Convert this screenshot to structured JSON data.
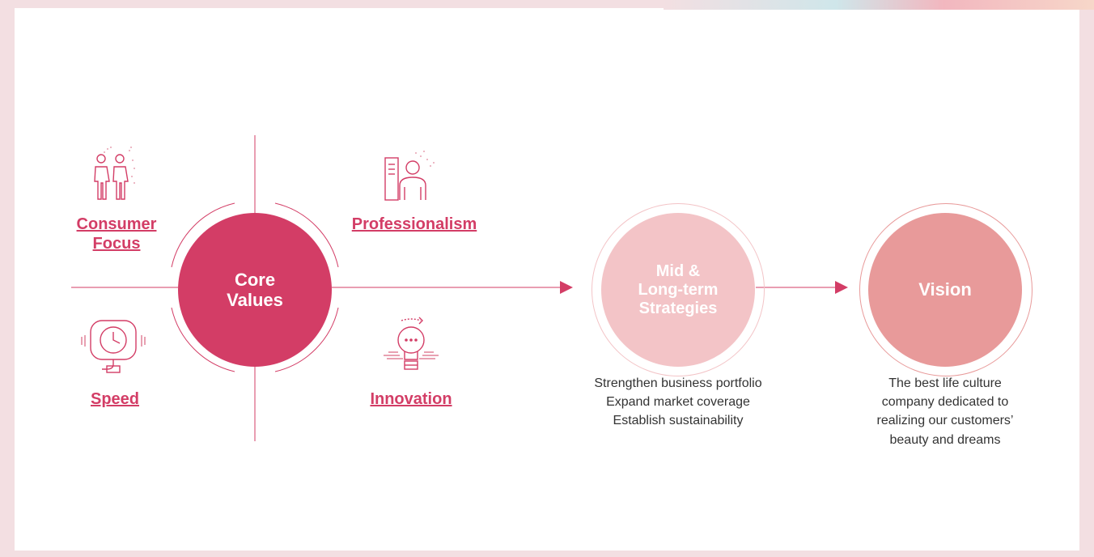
{
  "core": {
    "label_line1": "Core",
    "label_line2": "Values"
  },
  "values": {
    "consumer_line1": "Consumer",
    "consumer_line2": "Focus",
    "professionalism": "Professionalism",
    "speed": "Speed",
    "innovation": "Innovation"
  },
  "mid": {
    "line1": "Mid &",
    "line2": "Long-term",
    "line3": "Strategies",
    "desc": [
      "Strengthen business portfolio",
      "Expand market coverage",
      "Establish sustainability"
    ]
  },
  "vision": {
    "label": "Vision",
    "desc": [
      "The best life culture",
      "company dedicated to",
      "realizing our customers’",
      "beauty and dreams"
    ]
  },
  "colors": {
    "core": "#d33d66",
    "mid": "#f3c4c7",
    "vision": "#e89a9a",
    "line": "#d33d66"
  },
  "icons": {
    "consumer": "people-icon",
    "professionalism": "professional-person-icon",
    "speed": "stopwatch-icon",
    "innovation": "lightbulb-icon"
  }
}
